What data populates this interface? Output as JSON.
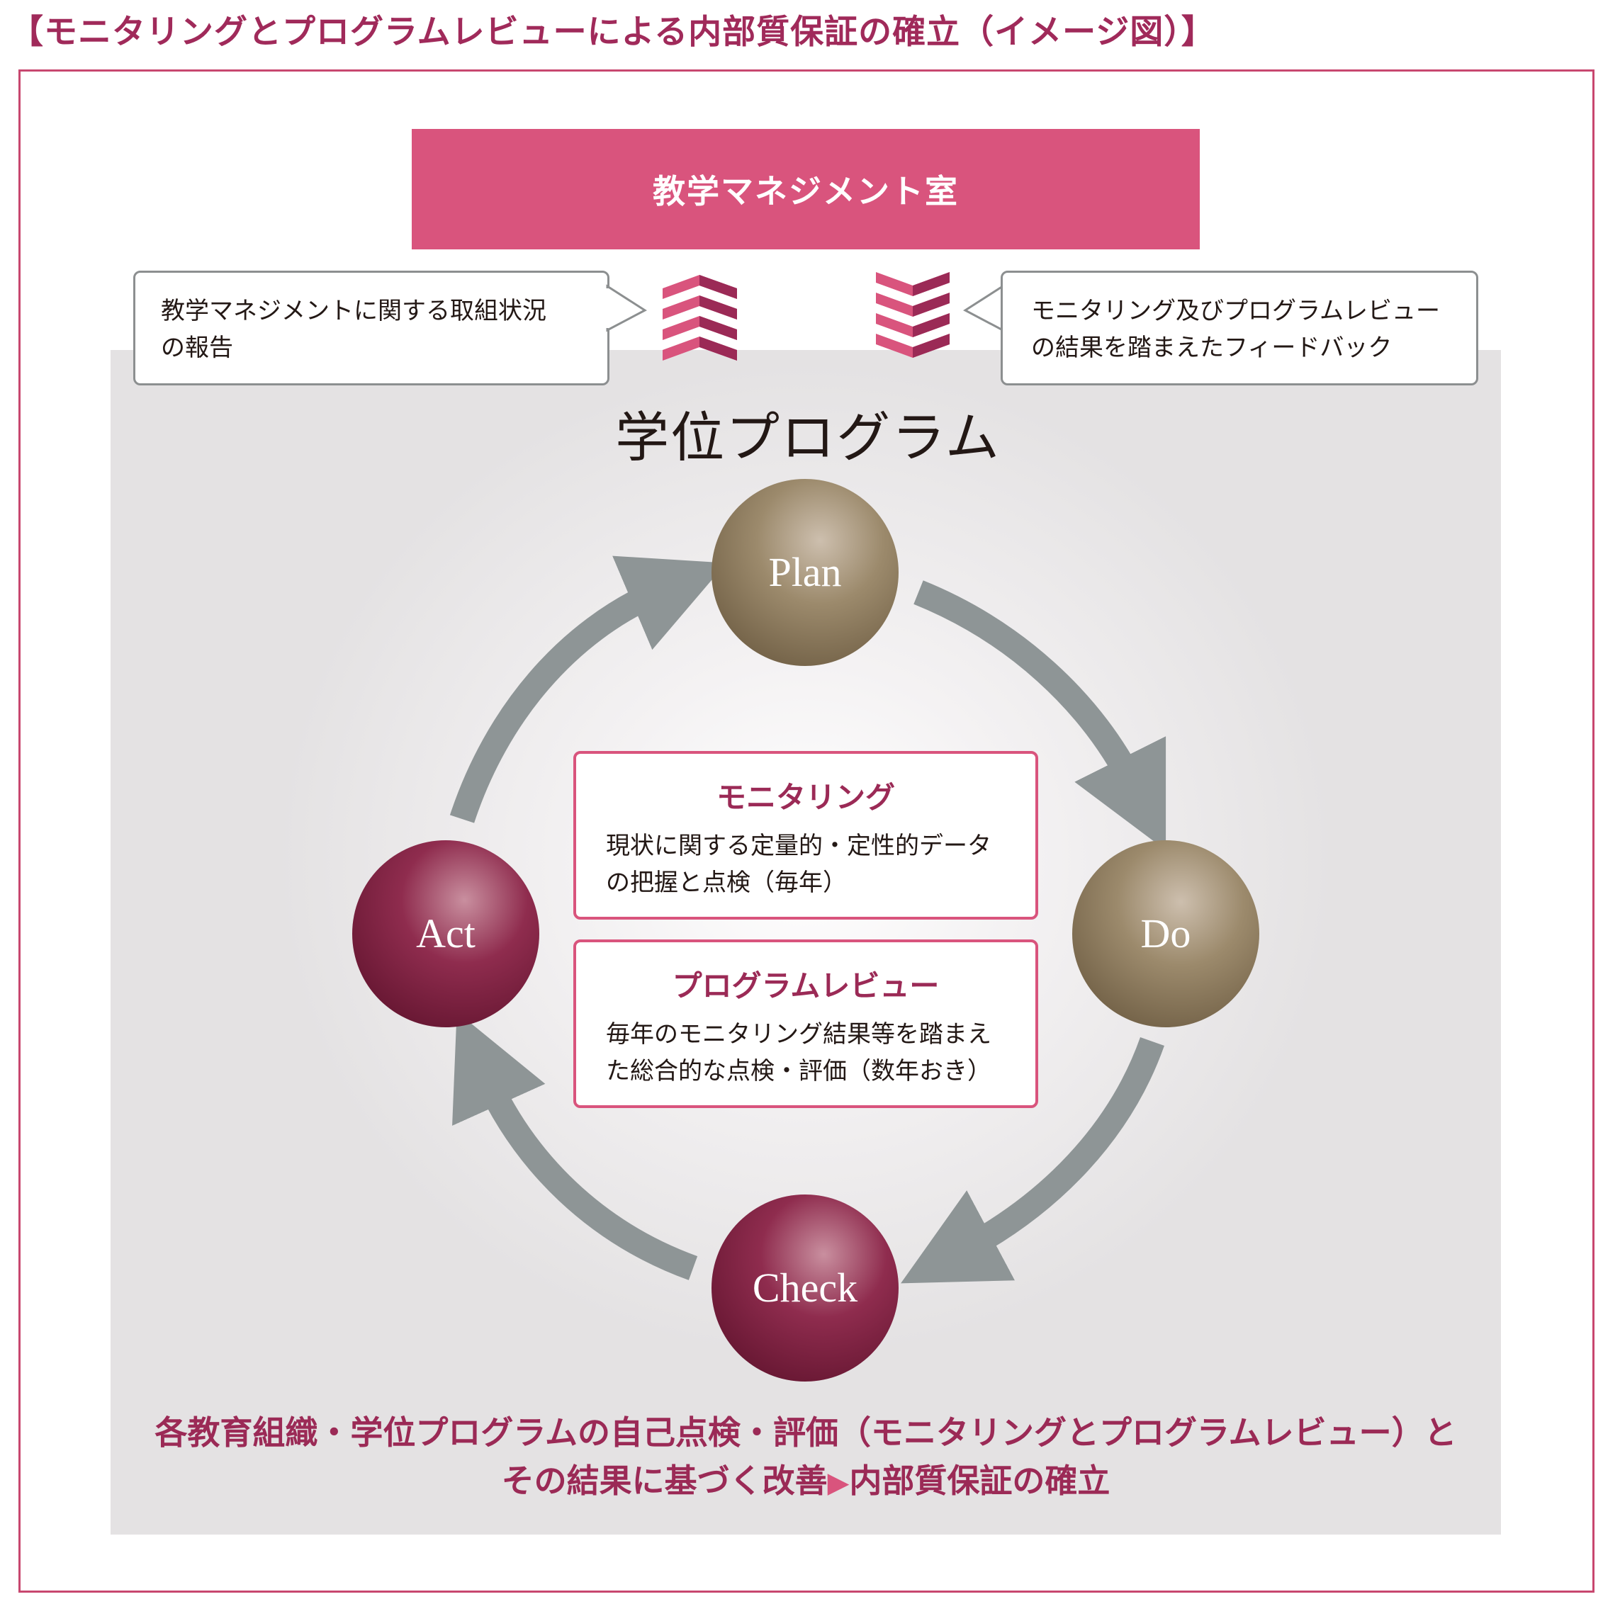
{
  "title": "【モニタリングとプログラムレビューによる内部質保証の確立（イメージ図）】",
  "office": {
    "label": "教学マネジメント室"
  },
  "report_callout": {
    "line1": "教学マネジメントに関する取組状況",
    "line2": "の報告"
  },
  "feedback_callout": {
    "line1": "モニタリング及びプログラムレビュー",
    "line2": "の結果を踏まえたフィードバック"
  },
  "program": {
    "title": "学位プログラム"
  },
  "cycle": {
    "plan": "Plan",
    "do": "Do",
    "check": "Check",
    "act": "Act"
  },
  "monitoring": {
    "heading": "モニタリング",
    "line1": "現状に関する定量的・定性的データ",
    "line2": "の把握と点検（毎年）"
  },
  "review": {
    "heading": "プログラムレビュー",
    "line1": "毎年のモニタリング結果等を踏まえ",
    "line2": "た総合的な点検・評価（数年おき）"
  },
  "summary": {
    "line1": "各教育組織・学位プログラムの自己点検・評価（モニタリングとプログラムレビュー）と",
    "line2_before": "その結果に基づく改善",
    "line2_after": "内部質保証の確立"
  },
  "colors": {
    "accent_pink": "#d9547d",
    "dark_maroon": "#9b2a56",
    "node_brown": "#8f7c5d",
    "node_maroon": "#8a2748",
    "arrow_gray": "#8e9596"
  },
  "icons": {
    "up_chevrons": "chevron-up-stack-icon",
    "down_chevrons": "chevron-down-stack-icon",
    "triangle": "triangle-right-icon"
  }
}
